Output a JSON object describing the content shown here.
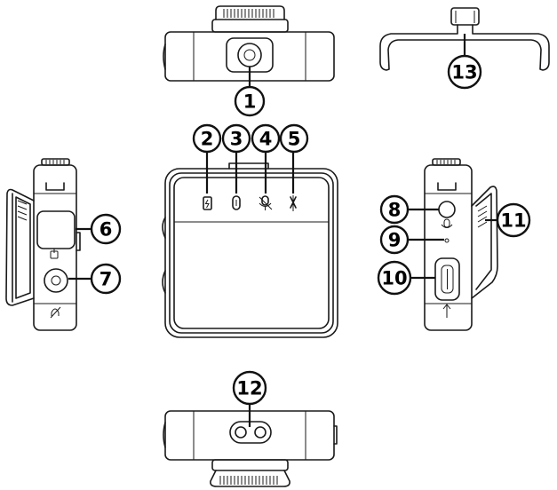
{
  "callouts": [
    {
      "id": "1",
      "label": "1"
    },
    {
      "id": "2",
      "label": "2"
    },
    {
      "id": "3",
      "label": "3"
    },
    {
      "id": "4",
      "label": "4"
    },
    {
      "id": "5",
      "label": "5"
    },
    {
      "id": "6",
      "label": "6"
    },
    {
      "id": "7",
      "label": "7"
    },
    {
      "id": "8",
      "label": "8"
    },
    {
      "id": "9",
      "label": "9"
    },
    {
      "id": "10",
      "label": "10"
    },
    {
      "id": "11",
      "label": "11"
    },
    {
      "id": "12",
      "label": "12"
    },
    {
      "id": "13",
      "label": "13"
    }
  ],
  "icons": {
    "callout_2": "battery-charging-icon",
    "callout_3": "link-status-icon",
    "callout_4": "mic-mute-icon",
    "callout_5": "noise-reduction-icon",
    "callout_6": "power-button-icon",
    "callout_7": "headphone-jack-icon",
    "callout_8": "microphone-jack-icon",
    "callout_9": "reset-hole-icon",
    "callout_10": "usb-c-port-icon"
  },
  "colors": {
    "line": "#1a1a1a",
    "background": "#ffffff"
  }
}
